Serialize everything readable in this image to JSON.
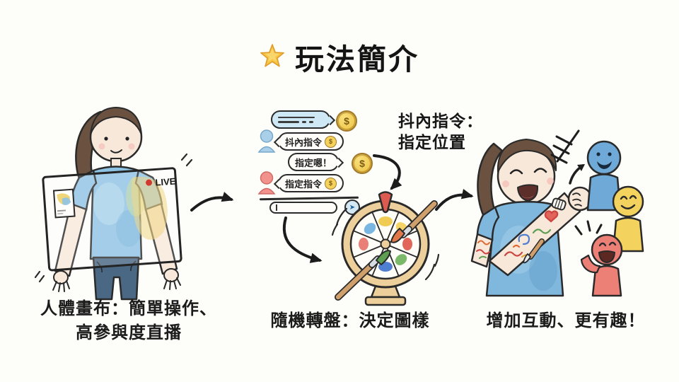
{
  "title": {
    "text": "玩法簡介"
  },
  "left": {
    "live_label": "LIVE",
    "caption_line1": "人體畫布：簡單操作、",
    "caption_line2": "高參與度直播"
  },
  "middle": {
    "chat": {
      "bubble_donate": "抖內指令",
      "bubble_assign": "指定嗯！",
      "bubble_command": "指定指令",
      "coin_symbol": "$",
      "send_icon": "➤"
    },
    "label_line1": "抖內指令：",
    "label_line2": "指定位置",
    "caption": "隨機轉盤：決定圖樣"
  },
  "right": {
    "caption": "增加互動、更有趣！"
  },
  "colors": {
    "live_red": "#d3382e",
    "coin_gold": "#eec23f",
    "bubble_blue": "#cfe8f6",
    "wheel_wood": "#eccf9b",
    "figure_blue": "#6fa9d8",
    "figure_yellow": "#f3d35e",
    "figure_red": "#ec8077",
    "shirt_blue": "#8fc3e4"
  }
}
